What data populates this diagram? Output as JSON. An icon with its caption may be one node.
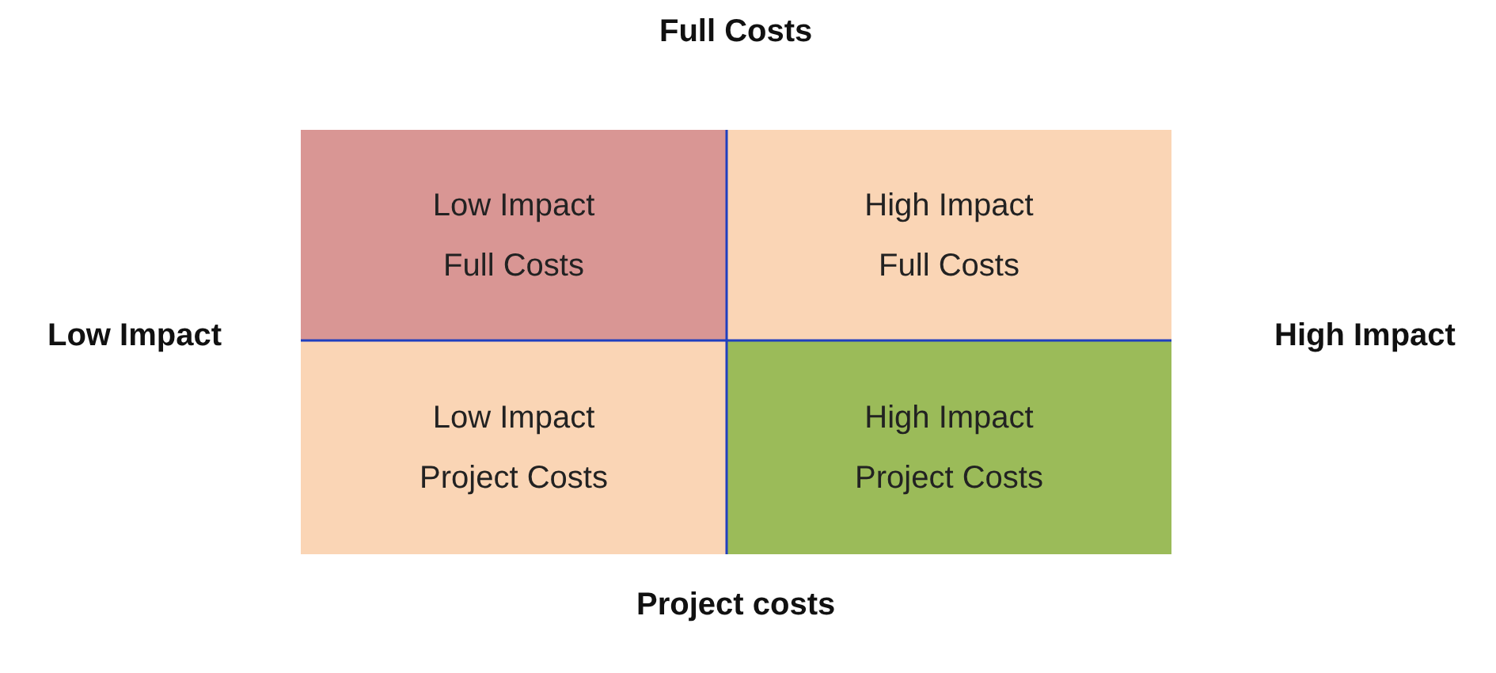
{
  "diagram": {
    "nodes": [
      {
        "text": [
          "Low Impact Full Costs"
        ]
      },
      {
        "text": [
          "High Impact Full Costs"
        ]
      },
      {
        "text": [
          "Low Impact Project Costs"
        ]
      },
      {
        "text": [
          "High Impact Project Costs"
        ]
      }
    ],
    "labels": [
      "Full Costs",
      "Low Impact",
      "High Impact",
      "Project costs"
    ]
  }
}
